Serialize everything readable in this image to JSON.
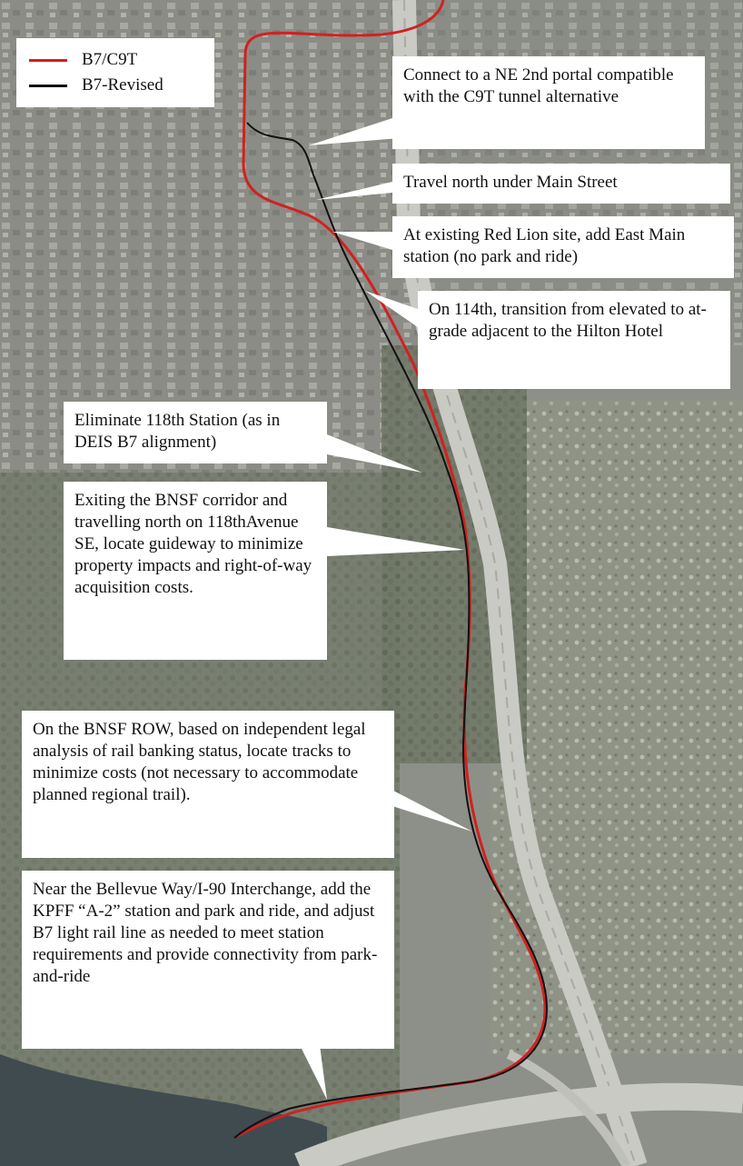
{
  "legend": {
    "items": [
      {
        "label": "B7/C9T",
        "color": "#d32020"
      },
      {
        "label": "B7-Revised",
        "color": "#111111"
      }
    ]
  },
  "callouts": {
    "ne2nd": "Connect to a NE 2nd portal compatible with the C9T tunnel alternative",
    "main_street": "Travel north under Main Street",
    "red_lion": "At existing Red Lion site, add East Main station (no park and ride)",
    "hilton": "On 114th, transition from elevated to at-grade adjacent to the Hilton Hotel",
    "station_118": "Eliminate 118th Station (as in DEIS B7 alignment)",
    "bnsf_exit": "Exiting the BNSF corridor and travelling north on 118thAvenue SE, locate guideway to minimize property impacts and right-of-way acquisition costs.",
    "bnsf_row": "On the BNSF ROW, based on independent legal analysis of rail banking status, locate tracks to minimize costs (not necessary to accommodate planned regional trail).",
    "interchange": "Near the Bellevue Way/I-90 Interchange, add the KPFF “A-2” station and park and ride, and adjust B7 light rail line as needed to meet station requirements and provide connectivity from park-and-ride"
  }
}
